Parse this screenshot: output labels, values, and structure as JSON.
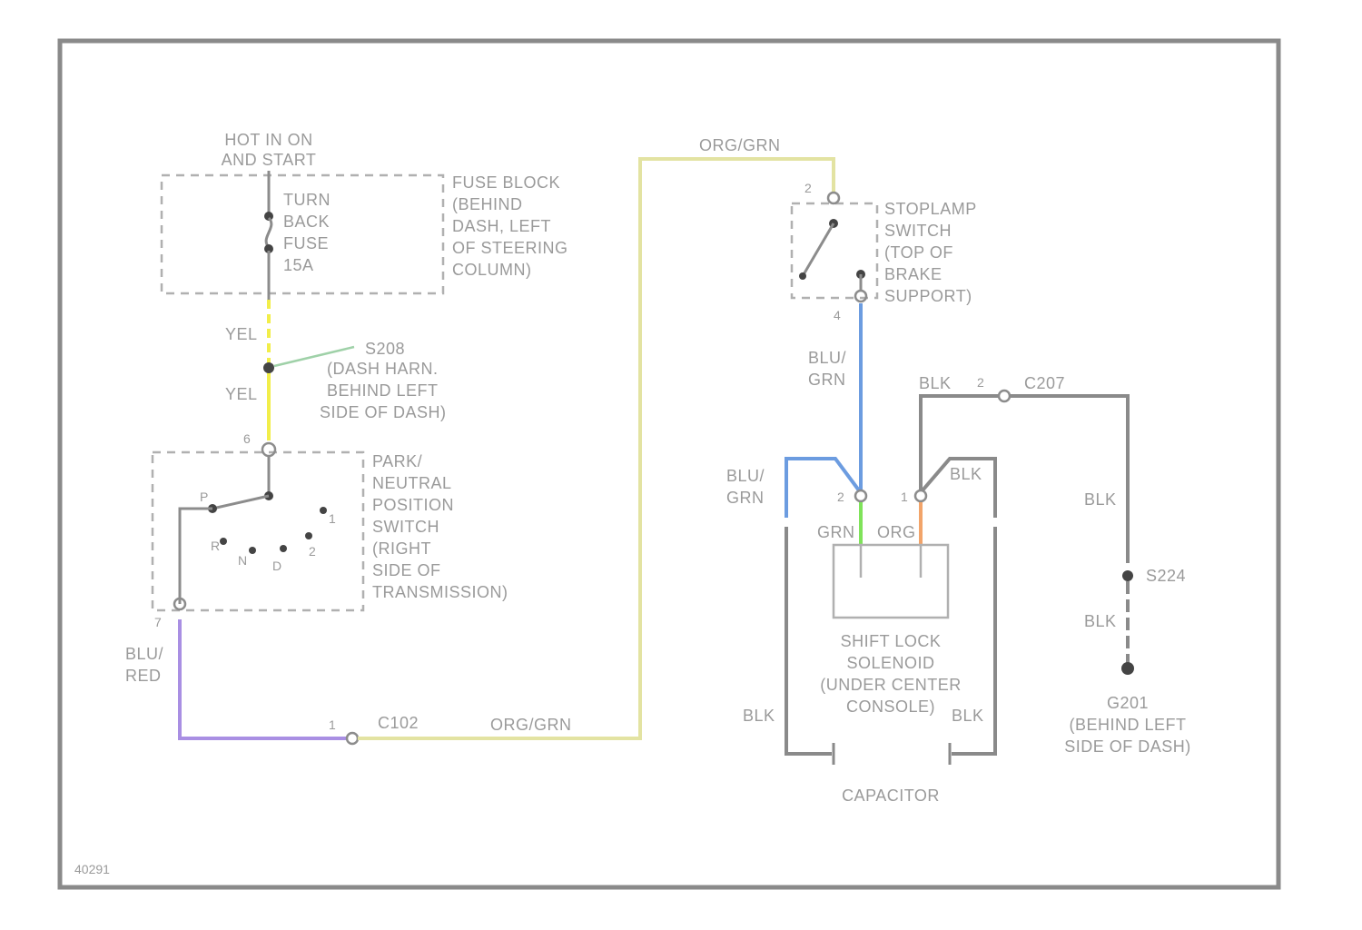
{
  "figure_id": "40291",
  "colors": {
    "frame": "#8a8a8a",
    "yel": "#f2ee4a",
    "org_grn": "#e3e3a2",
    "blu_grn": "#6c9ce0",
    "blu_red": "#a98fe3",
    "blk": "#8a8a8a",
    "grn": "#7fe35a",
    "org": "#f2a46a",
    "splice_lead": "#9fd1a8"
  },
  "fuse": {
    "source": [
      "HOT IN ON",
      "AND START"
    ],
    "name": [
      "TURN",
      "BACK",
      "FUSE",
      "15A"
    ],
    "location": [
      "FUSE BLOCK",
      "(BEHIND",
      "DASH, LEFT",
      "OF STEERING",
      "COLUMN)"
    ]
  },
  "splice": {
    "wire_upper": "YEL",
    "wire_lower": "YEL",
    "label": [
      "S208",
      "(DASH HARN.",
      "BEHIND LEFT",
      "SIDE OF DASH)"
    ]
  },
  "prnd": {
    "pin_top": "6",
    "pin_bottom": "7",
    "positions": [
      "P",
      "R",
      "N",
      "D",
      "2",
      "1"
    ],
    "label": [
      "PARK/",
      "NEUTRAL",
      "POSITION",
      "SWITCH",
      "(RIGHT",
      "SIDE OF",
      "TRANSMISSION)"
    ]
  },
  "bottom_wire": {
    "left_color": [
      "BLU/",
      "RED"
    ],
    "connector": "C102",
    "pin": "1",
    "right_color": "ORG/GRN"
  },
  "top_wire": {
    "color": "ORG/GRN"
  },
  "stoplamp": {
    "pin_top": "2",
    "pin_bottom": "4",
    "label": [
      "STOPLAMP",
      "SWITCH",
      "(TOP OF",
      "BRAKE",
      "SUPPORT)"
    ]
  },
  "stoplamp_out_wire": [
    "BLU/",
    "GRN"
  ],
  "left_loop_wire": [
    "BLU/",
    "GRN"
  ],
  "solenoid": {
    "pin_left": "2",
    "pin_right": "1",
    "lead_left": "GRN",
    "lead_right": "ORG",
    "label": [
      "SHIFT LOCK",
      "SOLENOID",
      "(UNDER CENTER",
      "CONSOLE)"
    ],
    "pigtail": "BLK"
  },
  "ground_circuit": {
    "top_left": "BLK",
    "pin": "2",
    "connector": "C207",
    "right_wire": "BLK",
    "splice": "S224",
    "lower_wire": "BLK",
    "ground": [
      "G201",
      "(BEHIND LEFT",
      "SIDE OF DASH)"
    ]
  },
  "capacitor": {
    "left_wire": "BLK",
    "right_wire": "BLK",
    "label": "CAPACITOR"
  }
}
